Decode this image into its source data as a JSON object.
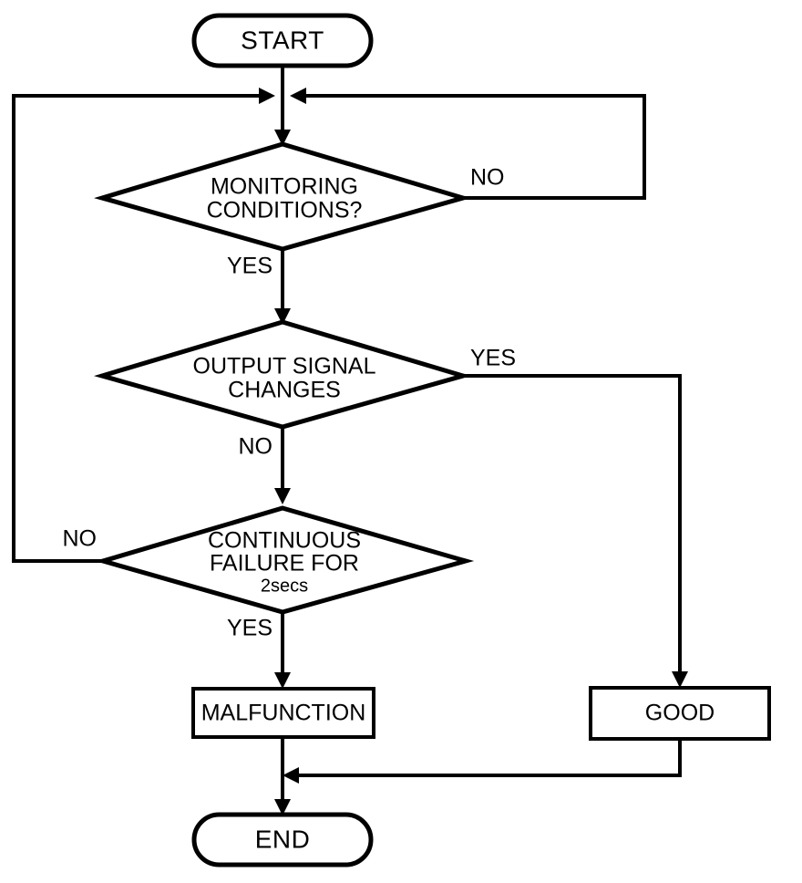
{
  "diagram": {
    "type": "flowchart",
    "title": "Monitoring / malfunction detection flowchart",
    "background_color": "#ffffff",
    "line_color": "#000000",
    "nodes": {
      "start": {
        "label": "START",
        "shape": "terminal"
      },
      "decision_monitoring": {
        "label_line1": "MONITORING",
        "label_line2": "CONDITIONS?",
        "shape": "decision"
      },
      "decision_output_signal": {
        "label_line1": "OUTPUT SIGNAL",
        "label_line2": "CHANGES",
        "shape": "decision"
      },
      "decision_continuous_failure": {
        "label_line1": "CONTINUOUS",
        "label_line2": "FAILURE FOR",
        "label_line3": "2secs",
        "shape": "decision"
      },
      "malfunction": {
        "label": "MALFUNCTION",
        "shape": "process"
      },
      "good": {
        "label": "GOOD",
        "shape": "process"
      },
      "end": {
        "label": "END",
        "shape": "terminal"
      }
    },
    "edge_labels": {
      "monitoring_no": "NO",
      "monitoring_yes": "YES",
      "output_signal_yes": "YES",
      "output_signal_no": "NO",
      "continuous_failure_no": "NO",
      "continuous_failure_yes": "YES"
    },
    "edges": [
      {
        "from": "start",
        "to": "decision_monitoring",
        "label": ""
      },
      {
        "from": "decision_monitoring",
        "to": "loop_top",
        "label": "NO",
        "direction": "right"
      },
      {
        "from": "decision_monitoring",
        "to": "decision_output_signal",
        "label": "YES",
        "direction": "down"
      },
      {
        "from": "decision_output_signal",
        "to": "good",
        "label": "YES",
        "direction": "right"
      },
      {
        "from": "decision_output_signal",
        "to": "decision_continuous_failure",
        "label": "NO",
        "direction": "down"
      },
      {
        "from": "decision_continuous_failure",
        "to": "loop_top",
        "label": "NO",
        "direction": "left"
      },
      {
        "from": "decision_continuous_failure",
        "to": "malfunction",
        "label": "YES",
        "direction": "down"
      },
      {
        "from": "malfunction",
        "to": "end",
        "label": ""
      },
      {
        "from": "good",
        "to": "end",
        "label": ""
      }
    ]
  }
}
